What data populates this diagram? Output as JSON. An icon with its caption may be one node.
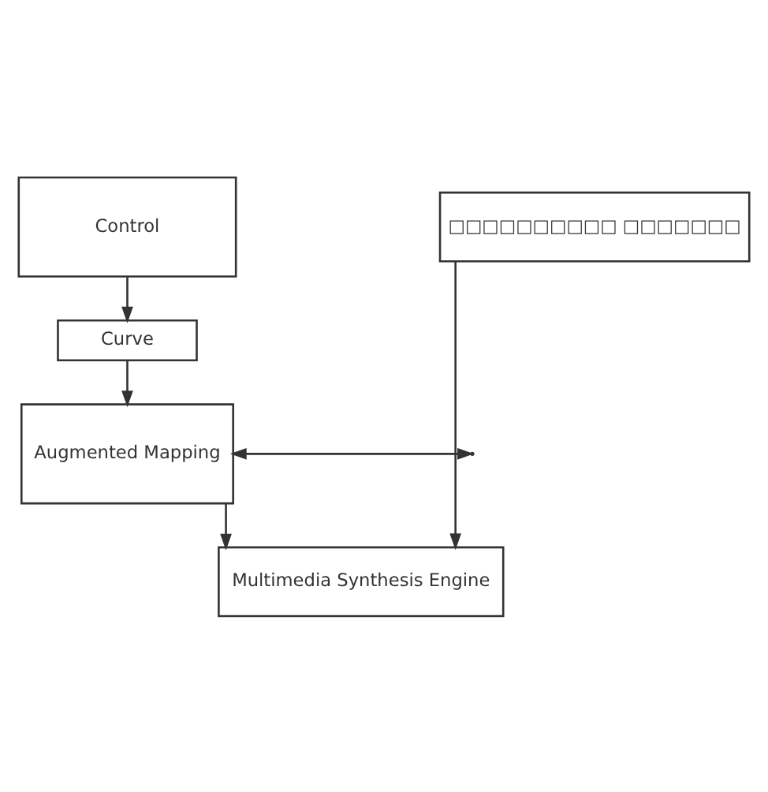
{
  "diagram": {
    "nodes": [
      {
        "text": [
          "Control"
        ]
      },
      {
        "text": [
          "□□□□□□□□□□ □□□□□□□"
        ]
      },
      {
        "text": [
          "Curve"
        ]
      },
      {
        "text": [
          "Augmented Mapping"
        ]
      },
      {
        "text": [
          "Multimedia Synthesis Engine"
        ]
      }
    ],
    "edges": [
      {
        "from": 0,
        "to": 2,
        "arrow": "to"
      },
      {
        "from": 2,
        "to": 3,
        "arrow": "to"
      },
      {
        "from": 3,
        "to": 4,
        "arrow": "to"
      },
      {
        "from": 1,
        "to": 4,
        "arrow": "to"
      },
      {
        "from": 3,
        "to": null,
        "arrow": "both"
      }
    ]
  }
}
